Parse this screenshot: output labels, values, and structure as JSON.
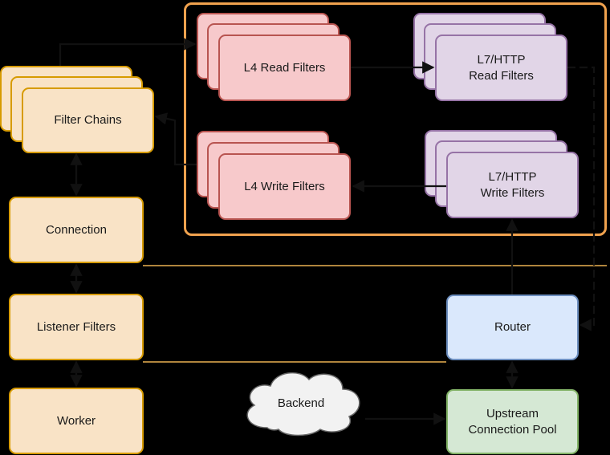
{
  "nodes": {
    "filter_chains": "Filter Chains",
    "connection": "Connection",
    "listener_filters": "Listener Filters",
    "worker": "Worker",
    "l4_read": "L4 Read Filters",
    "l4_write": "L4 Write Filters",
    "l7_read": "L7/HTTP\nRead Filters",
    "l7_write": "L7/HTTP\nWrite Filters",
    "router": "Router",
    "upstream_pool": "Upstream\nConnection Pool",
    "backend": "Backend"
  },
  "colors": {
    "background": "#000000",
    "orange_fill": "#f9e3c6",
    "orange_stroke": "#d79b00",
    "red_fill": "#f7c9cb",
    "red_stroke": "#b85450",
    "purple_fill": "#e1d5e7",
    "purple_stroke": "#9673a6",
    "blue_fill": "#dae8fc",
    "blue_stroke": "#6c8ebf",
    "green_fill": "#d5e8d4",
    "green_stroke": "#82b366",
    "group_border": "#f0a24e",
    "cloud_fill": "#f2f2f2"
  }
}
